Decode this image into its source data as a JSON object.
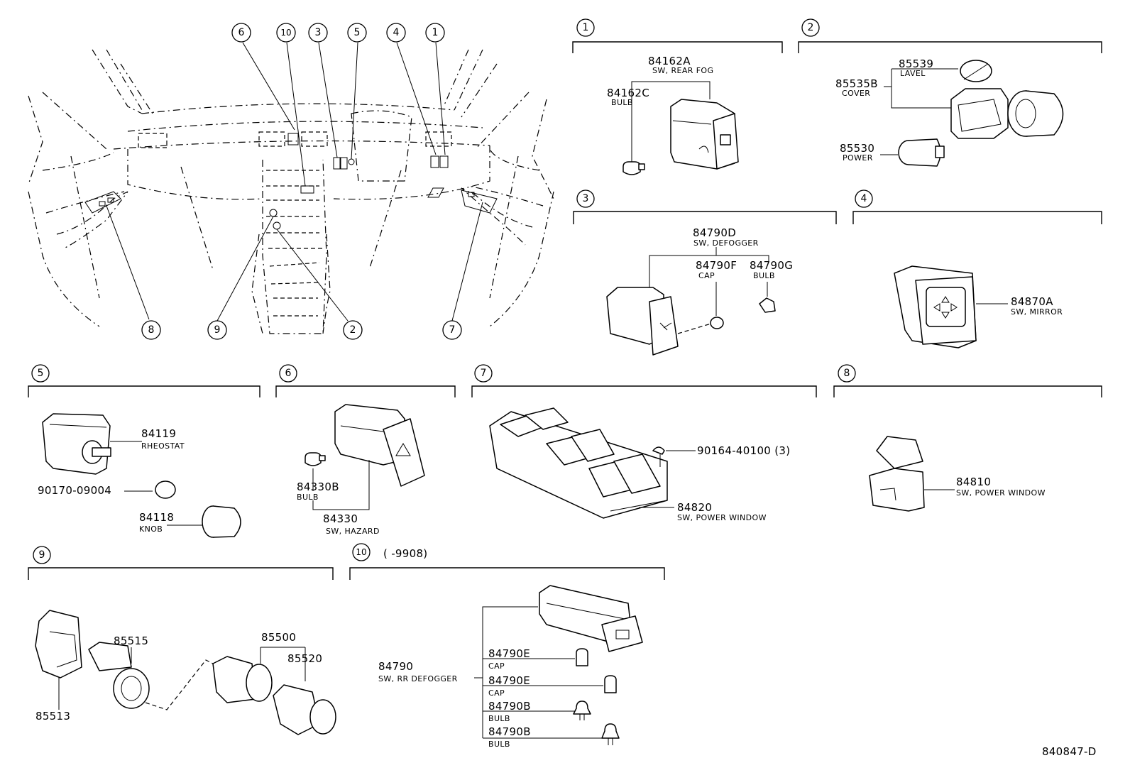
{
  "sections": {
    "s1": "1",
    "s2": "2",
    "s3": "3",
    "s4": "4",
    "s5": "5",
    "s6": "6",
    "s7": "7",
    "s8": "8",
    "s9": "9",
    "s10": "10"
  },
  "overview_callouts": [
    "6",
    "10",
    "3",
    "5",
    "4",
    "1",
    "8",
    "9",
    "2",
    "7"
  ],
  "sec1": {
    "p1": "84162A",
    "l1": "SW, REAR FOG",
    "p2": "84162C",
    "l2": "BULB"
  },
  "sec2": {
    "p1": "85539",
    "l1": "LAVEL",
    "p2": "85535B",
    "l2": "COVER",
    "p3": "85530",
    "l3": "POWER"
  },
  "sec3": {
    "p1": "84790D",
    "l1": "SW, DEFOGGER",
    "p2": "84790F",
    "l2": "CAP",
    "p3": "84790G",
    "l3": "BULB"
  },
  "sec4": {
    "p1": "84870A",
    "l1": "SW, MIRROR"
  },
  "sec5": {
    "p1": "84119",
    "l1": "RHEOSTAT",
    "p2": "90170-09004",
    "p3": "84118",
    "l3": "KNOB"
  },
  "sec6": {
    "p1": "84330B",
    "l1": "BULB",
    "p2": "84330",
    "l2": "SW, HAZARD"
  },
  "sec7": {
    "p1": "90164-40100 (3)",
    "p2": "84820",
    "l2": "SW, POWER WINDOW"
  },
  "sec8": {
    "p1": "84810",
    "l1": "SW, POWER WINDOW"
  },
  "sec9": {
    "p1": "85515",
    "p2": "85513",
    "p3": "85500",
    "p4": "85520"
  },
  "sec10": {
    "range": "(       -9908)",
    "p1": "84790",
    "l1": "SW, RR DEFOGGER",
    "p2": "84790E",
    "l2": "CAP",
    "p3": "84790E",
    "l3": "CAP",
    "p4": "84790B",
    "l4": "BULB",
    "p5": "84790B",
    "l5": "BULB"
  },
  "diagram_id": "840847-D"
}
